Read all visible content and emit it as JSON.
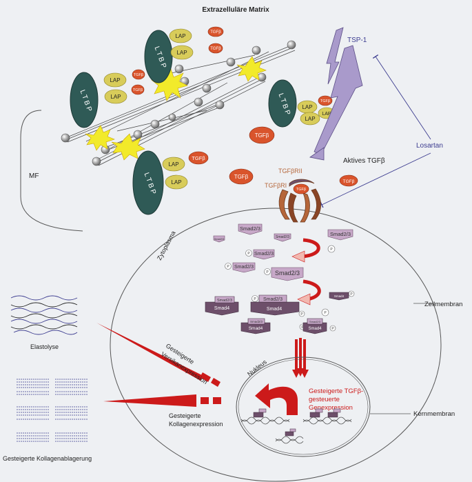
{
  "labels": {
    "extracellular_matrix": "Extrazelluläre Matrix",
    "tsp1": "TSP-1",
    "losartan": "Losartan",
    "active_tgfb": "Aktives TGFβ",
    "mf": "MF",
    "tgfbr2": "TGFβRII",
    "tgfbr1": "TGFβRI",
    "cytoplasm": "Zytoplasma",
    "cell_membrane": "Zellmembran",
    "nuclear_membrane": "Kernmembran",
    "nucleus": "Nukleus",
    "elastolysis": "Elastolyse",
    "versican_line1": "Gesteigerte",
    "versican_line2": "Versikanexpression",
    "collagen_expr_line1": "Gesteigerte",
    "collagen_expr_line2": "Kollagenexpression",
    "collagen_deposit": "Gesteigerte Kollagenablagerung",
    "tgfb_gene_line1": "Gesteigerte TGFβ-",
    "tgfb_gene_line2": "gesteuerte",
    "tgfb_gene_line3": "Genexpression"
  },
  "molecules": {
    "ltbp": "L T B P",
    "lap": "LAP",
    "tgfb": "TGFβ",
    "smad23": "Smad2/3",
    "smad4": "Smad4",
    "p": "P"
  },
  "colors": {
    "background": "#eef0f3",
    "ltbp": "#2f5a56",
    "lap": "#d8cc5a",
    "tgfb": "#d9542c",
    "smad23": "#c7a8c8",
    "smad4": "#6d4f6a",
    "receptor": "#b5663a",
    "red_arrow": "#cc1a1a",
    "fiber_arrow": "#a99acb",
    "losartan": "#3b3b8f",
    "starburst": "#f2ea2a"
  }
}
